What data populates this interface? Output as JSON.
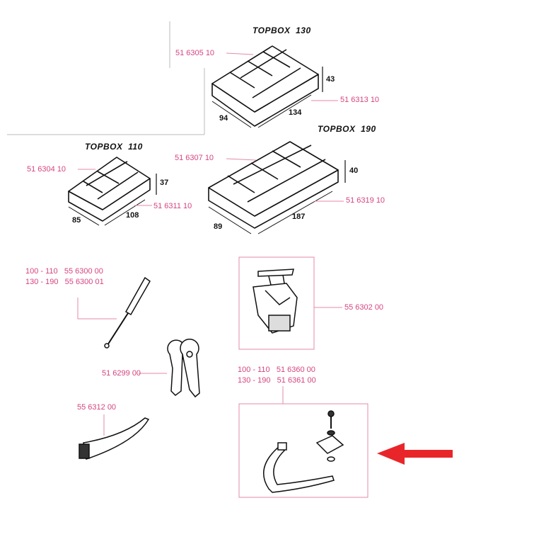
{
  "models": [
    {
      "title": "TOPBOX  130",
      "lid_part": "51 6305 10",
      "base_part": "51 6313 10",
      "height": "43",
      "width": "94",
      "length": "134"
    },
    {
      "title": "TOPBOX  110",
      "lid_part": "51 6304 10",
      "base_part": "51 6311 10",
      "height": "37",
      "width": "85",
      "length": "108"
    },
    {
      "title": "TOPBOX  190",
      "lid_part": "51 6307 10",
      "base_part": "51 6319 10",
      "height": "40",
      "width": "89",
      "length": "187"
    }
  ],
  "parts": {
    "gas_strut": [
      "100 - 110   55 6300 00",
      "130 - 190   55 6300 01"
    ],
    "latch": "55 6302 00",
    "keys": "51 6299 00",
    "seal": "55 6312 00",
    "mounting_kit": [
      "100 - 110   51 6360 00",
      "130 - 190   51 6361 00"
    ]
  },
  "colors": {
    "label": "#d6447f",
    "leader": "#e48aaa",
    "arrow": "#e8262a"
  }
}
